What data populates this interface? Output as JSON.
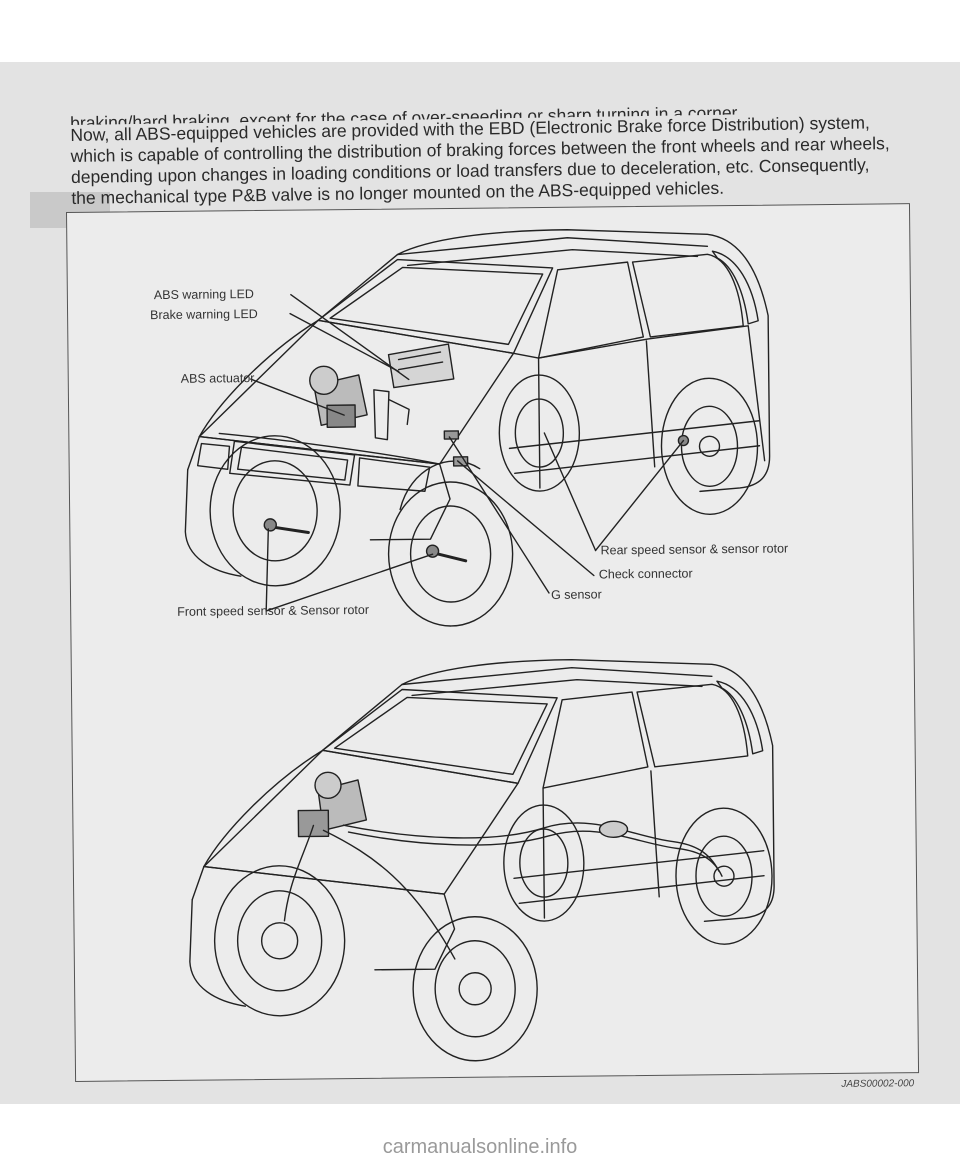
{
  "document": {
    "paragraph_lines": [
      "braking/hard braking, except for the case of over-speeding or sharp turning in a corner.",
      "Now, all ABS-equipped vehicles are provided with the EBD (Electronic Brake force Distribution) system,",
      "which is capable of controlling the distribution of braking forces between the front wheels and rear wheels,",
      "depending upon changes in loading conditions or load transfers due to deceleration, etc.  Consequently,",
      "the mechanical type P&B valve is no longer mounted on the ABS-equipped vehicles."
    ]
  },
  "figure": {
    "labels": {
      "abs_warning_led": "ABS warning LED",
      "brake_warning_led": "Brake warning LED",
      "abs_actuator": "ABS actuator",
      "rear_speed_sensor": "Rear speed sensor &  sensor rotor",
      "check_connector": "Check connector",
      "g_sensor": "G sensor",
      "front_speed_sensor": "Front speed sensor & Sensor rotor"
    },
    "code": "JABS00002-000"
  },
  "footer": {
    "watermark": "carmanualsonline.info"
  }
}
